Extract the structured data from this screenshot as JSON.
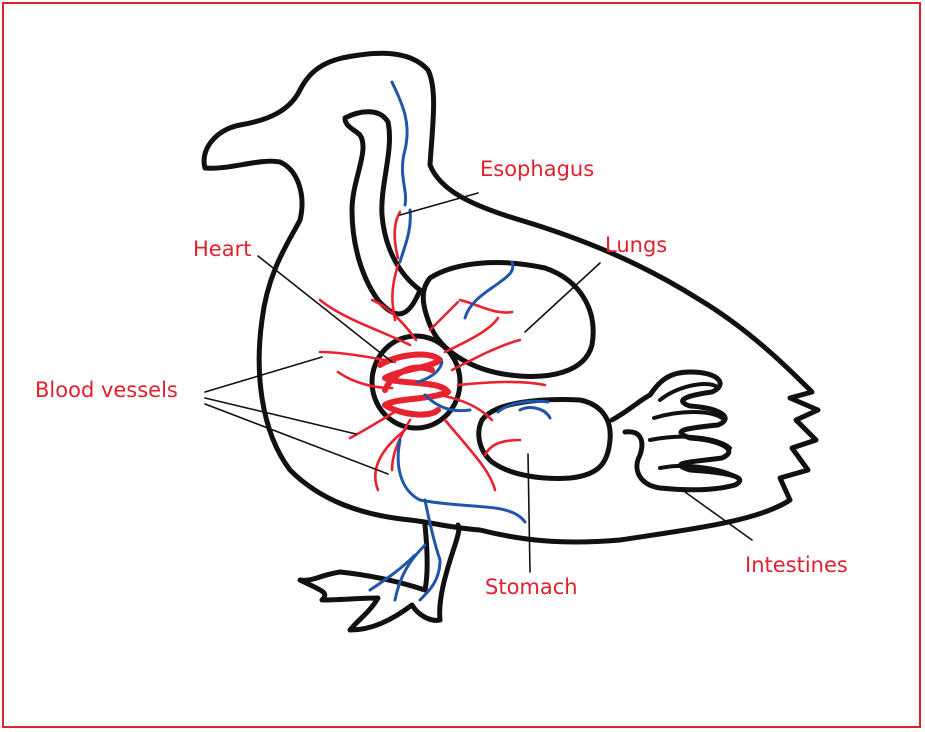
{
  "colors": {
    "frame": "#e0212e",
    "label_text": "#e0212e",
    "outline": "#111111",
    "artery": "#e8232f",
    "vein": "#1f56a8"
  },
  "labels": {
    "esophagus": "Esophagus",
    "heart": "Heart",
    "lungs": "Lungs",
    "blood_vessels": "Blood vessels",
    "stomach": "Stomach",
    "intestines": "Intestines"
  }
}
